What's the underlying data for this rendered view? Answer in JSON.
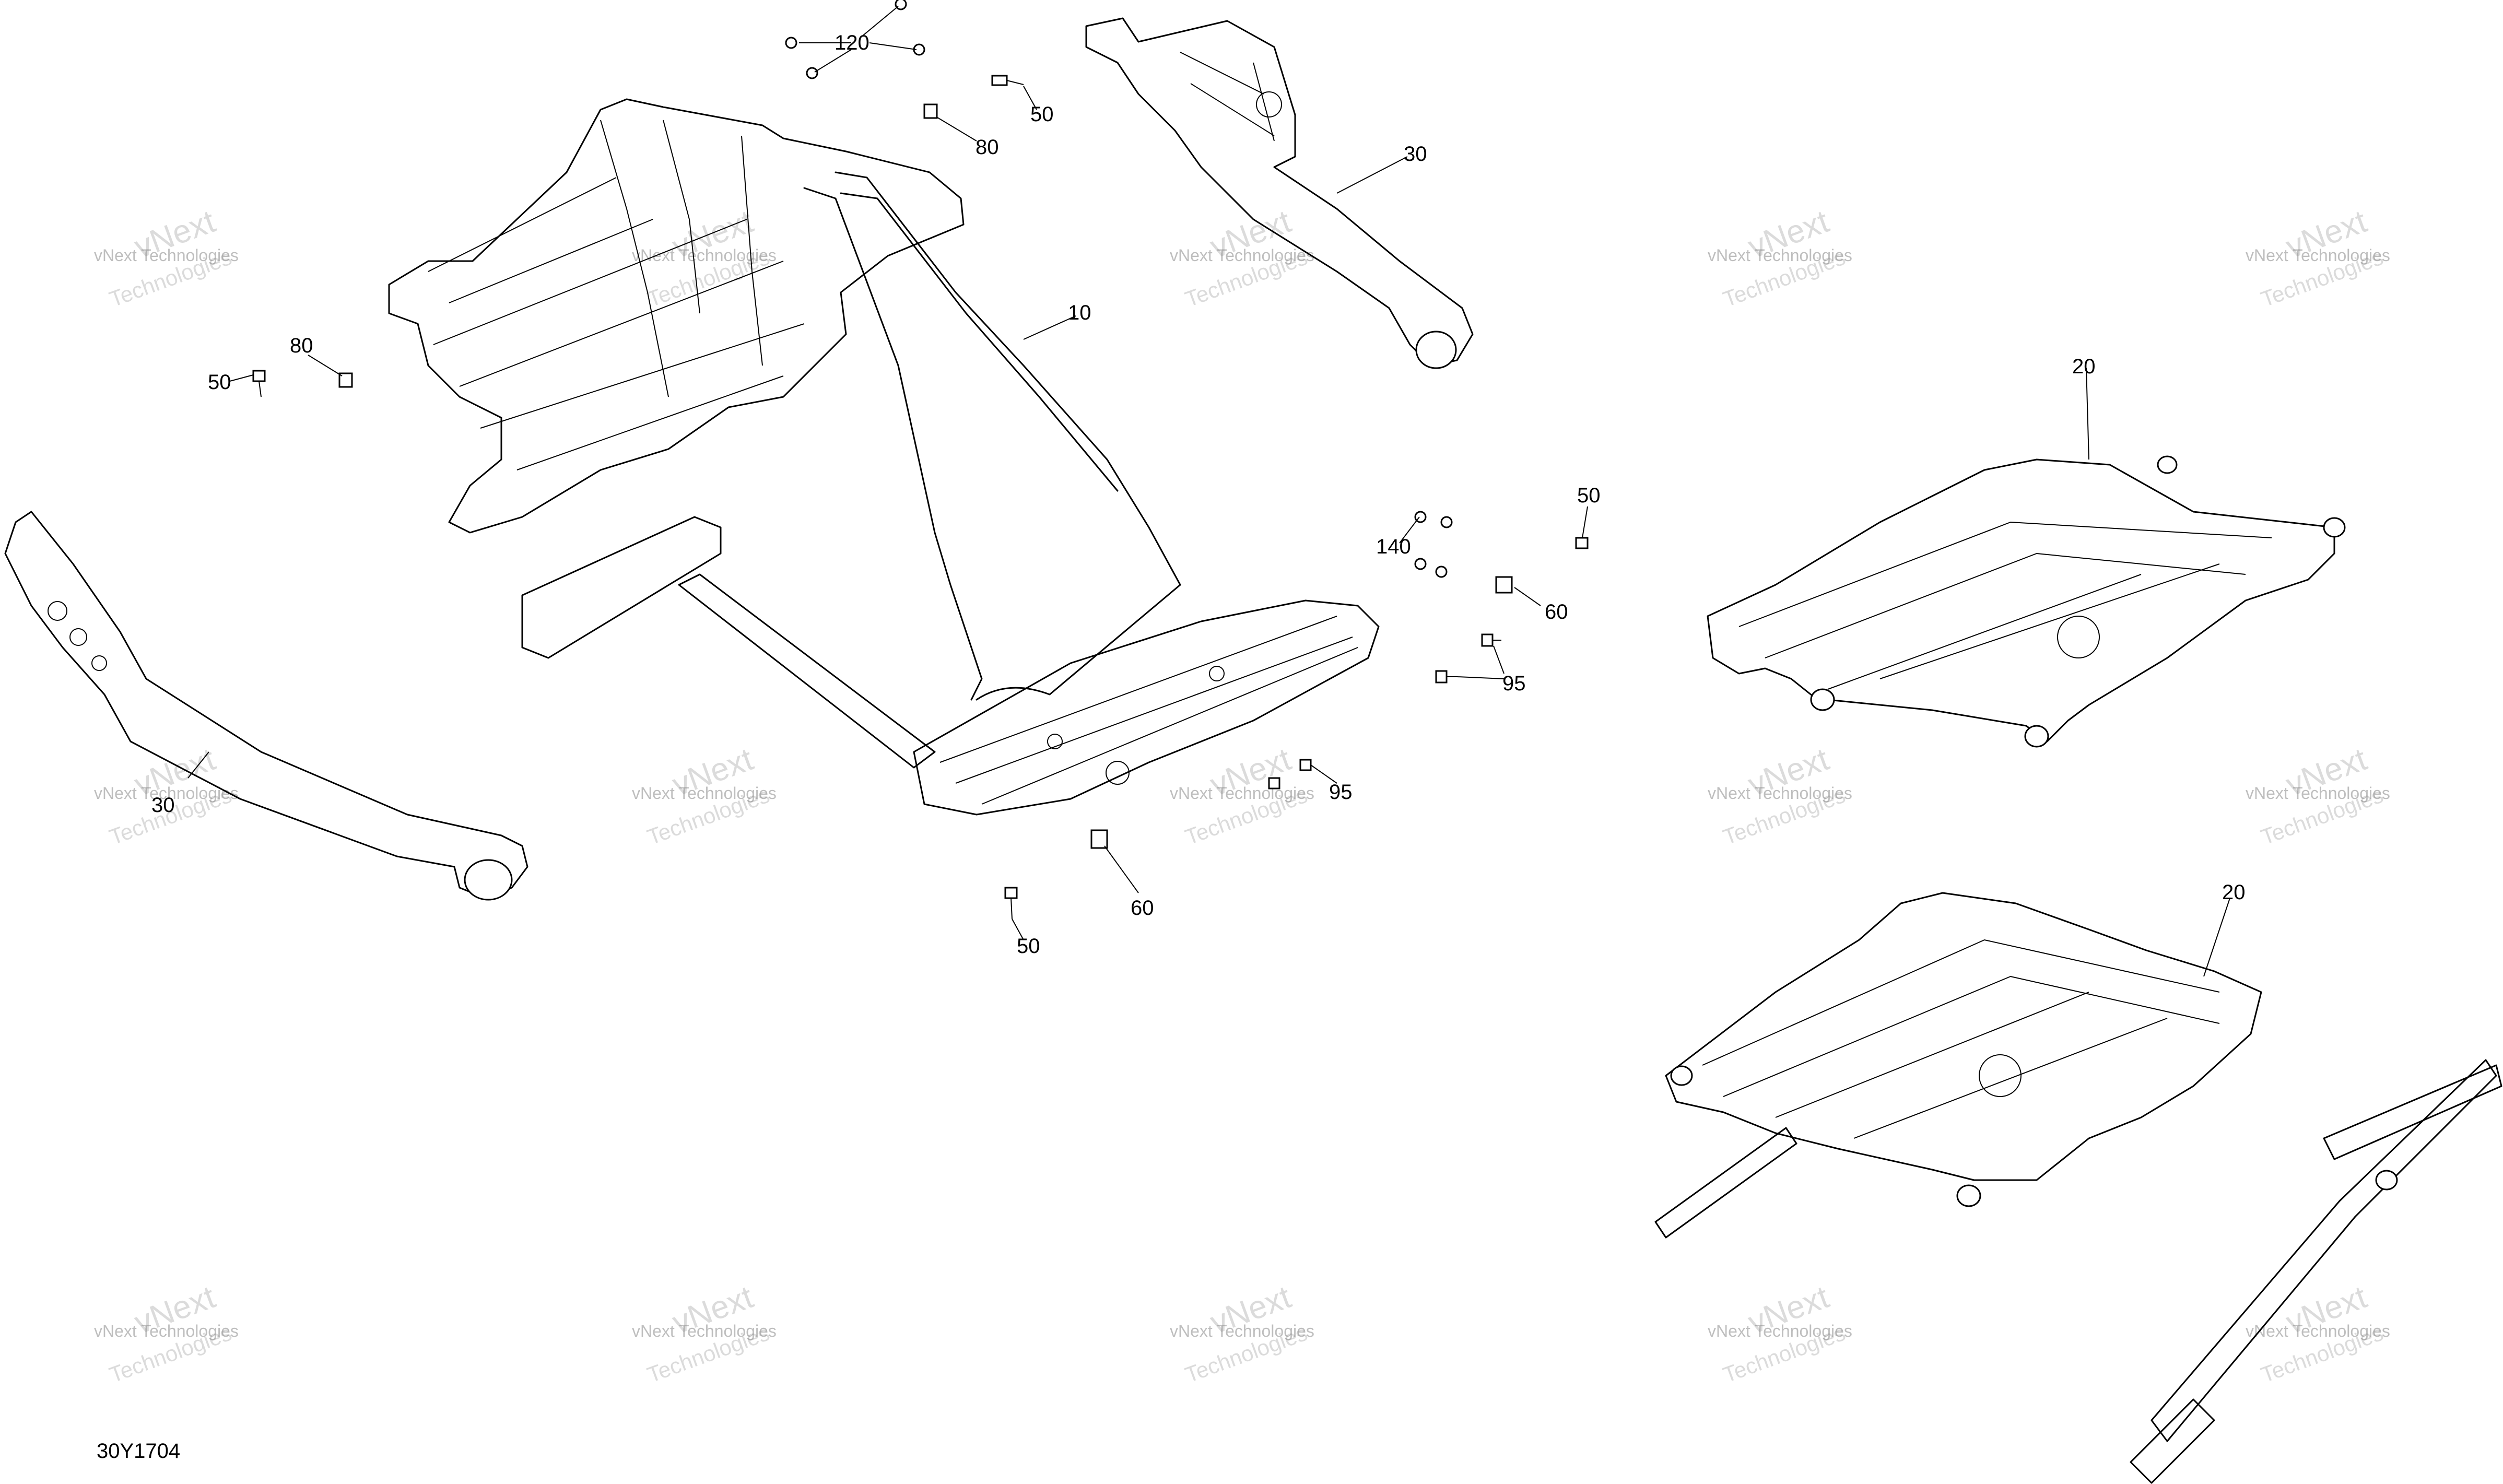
{
  "diagram_id": "30Y1704",
  "watermark": {
    "line1": "vNext Technologies",
    "line2": "vNext",
    "line3": "Technologies"
  },
  "callouts": {
    "c120": "120",
    "c50_top": "50",
    "c80_top": "80",
    "c30_top": "30",
    "c10": "10",
    "c80_left": "80",
    "c50_left": "50",
    "c20_top": "20",
    "c50_right": "50",
    "c140": "140",
    "c60_right": "60",
    "c95_upper": "95",
    "c95_lower": "95",
    "c30_left": "30",
    "c60_bottom": "60",
    "c50_bottom": "50",
    "c20_bottom": "20"
  }
}
